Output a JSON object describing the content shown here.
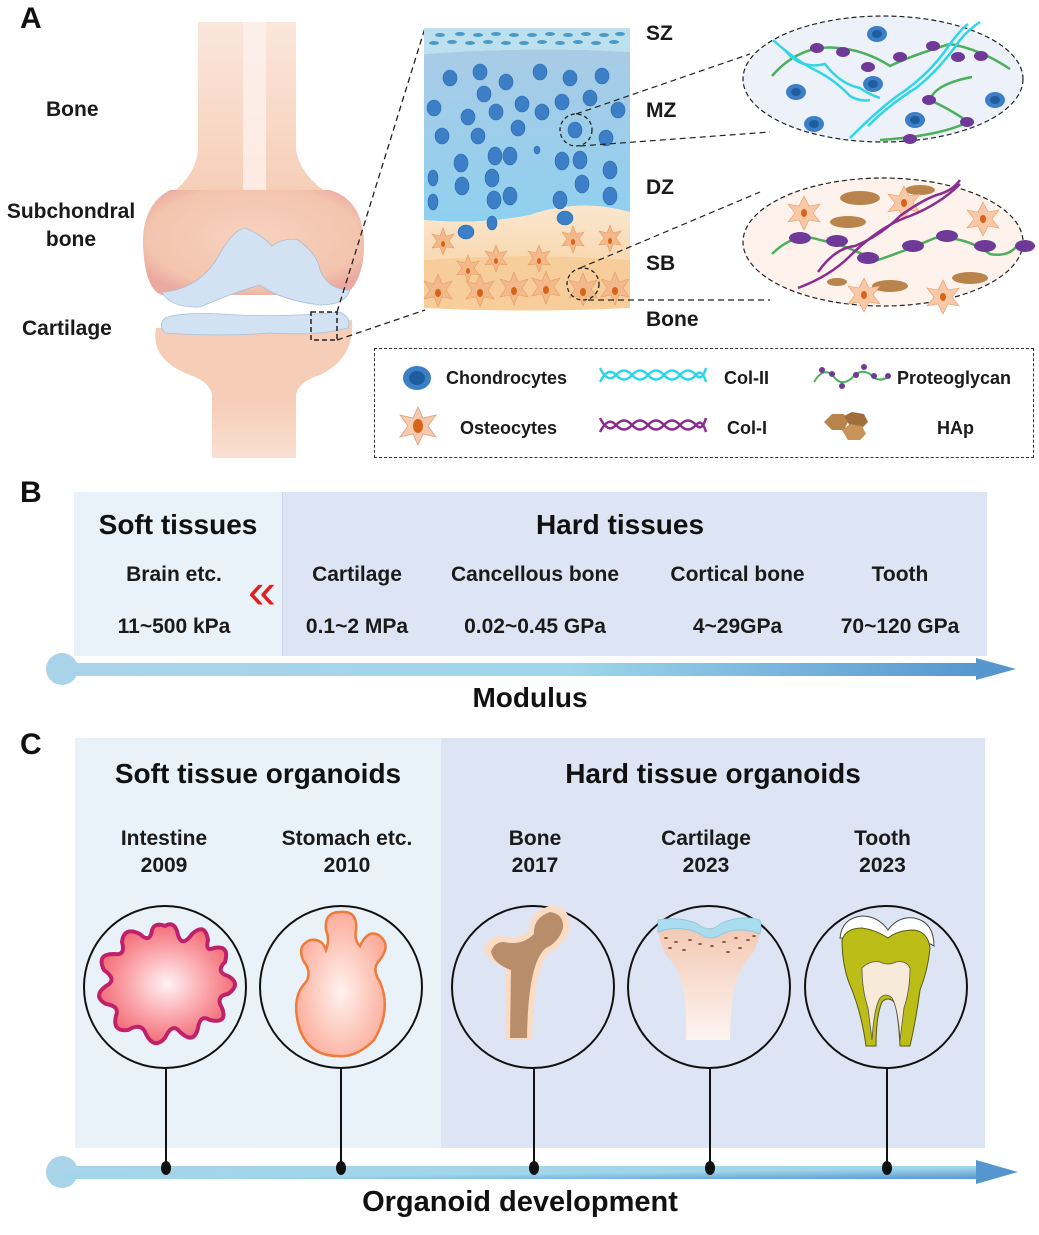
{
  "panels": {
    "a": {
      "letter": "A",
      "joint_labels": {
        "bone": "Bone",
        "subchondral_bone_line1": "Subchondral",
        "subchondral_bone_line2": "bone",
        "cartilage": "Cartilage"
      },
      "zone_labels": [
        "SZ",
        "MZ",
        "DZ",
        "SB",
        "Bone"
      ],
      "legend": [
        {
          "icon": "chondrocyte-icon",
          "label": "Chondrocytes"
        },
        {
          "icon": "col-ii-helix-icon",
          "label": "Col-II"
        },
        {
          "icon": "proteoglycan-icon",
          "label": "Proteoglycan"
        },
        {
          "icon": "osteocyte-icon",
          "label": "Osteocytes"
        },
        {
          "icon": "col-i-helix-icon",
          "label": "Col-I"
        },
        {
          "icon": "hap-crystal-icon",
          "label": "HAp"
        }
      ],
      "colors": {
        "bone": "#f6cdb6",
        "cartilage": "#d3e2f3",
        "chondrocyte": "#3c7fc6",
        "chondrocyte_nucleus": "#1f5e9e",
        "col_ii": "#2fd6e8",
        "col_i": "#8a2d8f",
        "proteoglycan_chain": "#4caf5a",
        "proteoglycan_bead": "#6f3a97",
        "osteocyte": "#f7c39a",
        "osteocyte_nucleus": "#d8641c",
        "hap": "#b9834c"
      }
    },
    "b": {
      "letter": "B",
      "soft_title": "Soft tissues",
      "hard_title": "Hard tissues",
      "axis_label": "Modulus",
      "tissues": [
        {
          "name": "Brain etc.",
          "modulus": "11~500 kPa",
          "group": "soft"
        },
        {
          "name": "Cartilage",
          "modulus": "0.1~2 MPa",
          "group": "hard"
        },
        {
          "name": "Cancellous bone",
          "modulus": "0.02~0.45 GPa",
          "group": "hard"
        },
        {
          "name": "Cortical bone",
          "modulus": "4~29GPa",
          "group": "hard"
        },
        {
          "name": "Tooth",
          "modulus": "70~120 GPa",
          "group": "hard"
        }
      ],
      "chevron": "«",
      "colors": {
        "soft_bg": "#e9f1f9",
        "hard_bg": "#dde4f3",
        "chevron": "#e02020",
        "arrow_start": "#a9d3e8",
        "arrow_mid": "#9fd6eb",
        "arrow_end": "#5596cf"
      }
    },
    "c": {
      "letter": "C",
      "soft_title": "Soft tissue organoids",
      "hard_title": "Hard tissue organoids",
      "axis_label": "Organoid development",
      "organoids": [
        {
          "name": "Intestine",
          "year": "2009",
          "icon": "intestine-organoid-icon",
          "group": "soft"
        },
        {
          "name": "Stomach etc.",
          "year": "2010",
          "icon": "stomach-organoid-icon",
          "group": "soft"
        },
        {
          "name": "Bone",
          "year": "2017",
          "icon": "bone-organoid-icon",
          "group": "hard"
        },
        {
          "name": "Cartilage",
          "year": "2023",
          "icon": "cartilage-organoid-icon",
          "group": "hard"
        },
        {
          "name": "Tooth",
          "year": "2023",
          "icon": "tooth-organoid-icon",
          "group": "hard"
        }
      ]
    }
  }
}
